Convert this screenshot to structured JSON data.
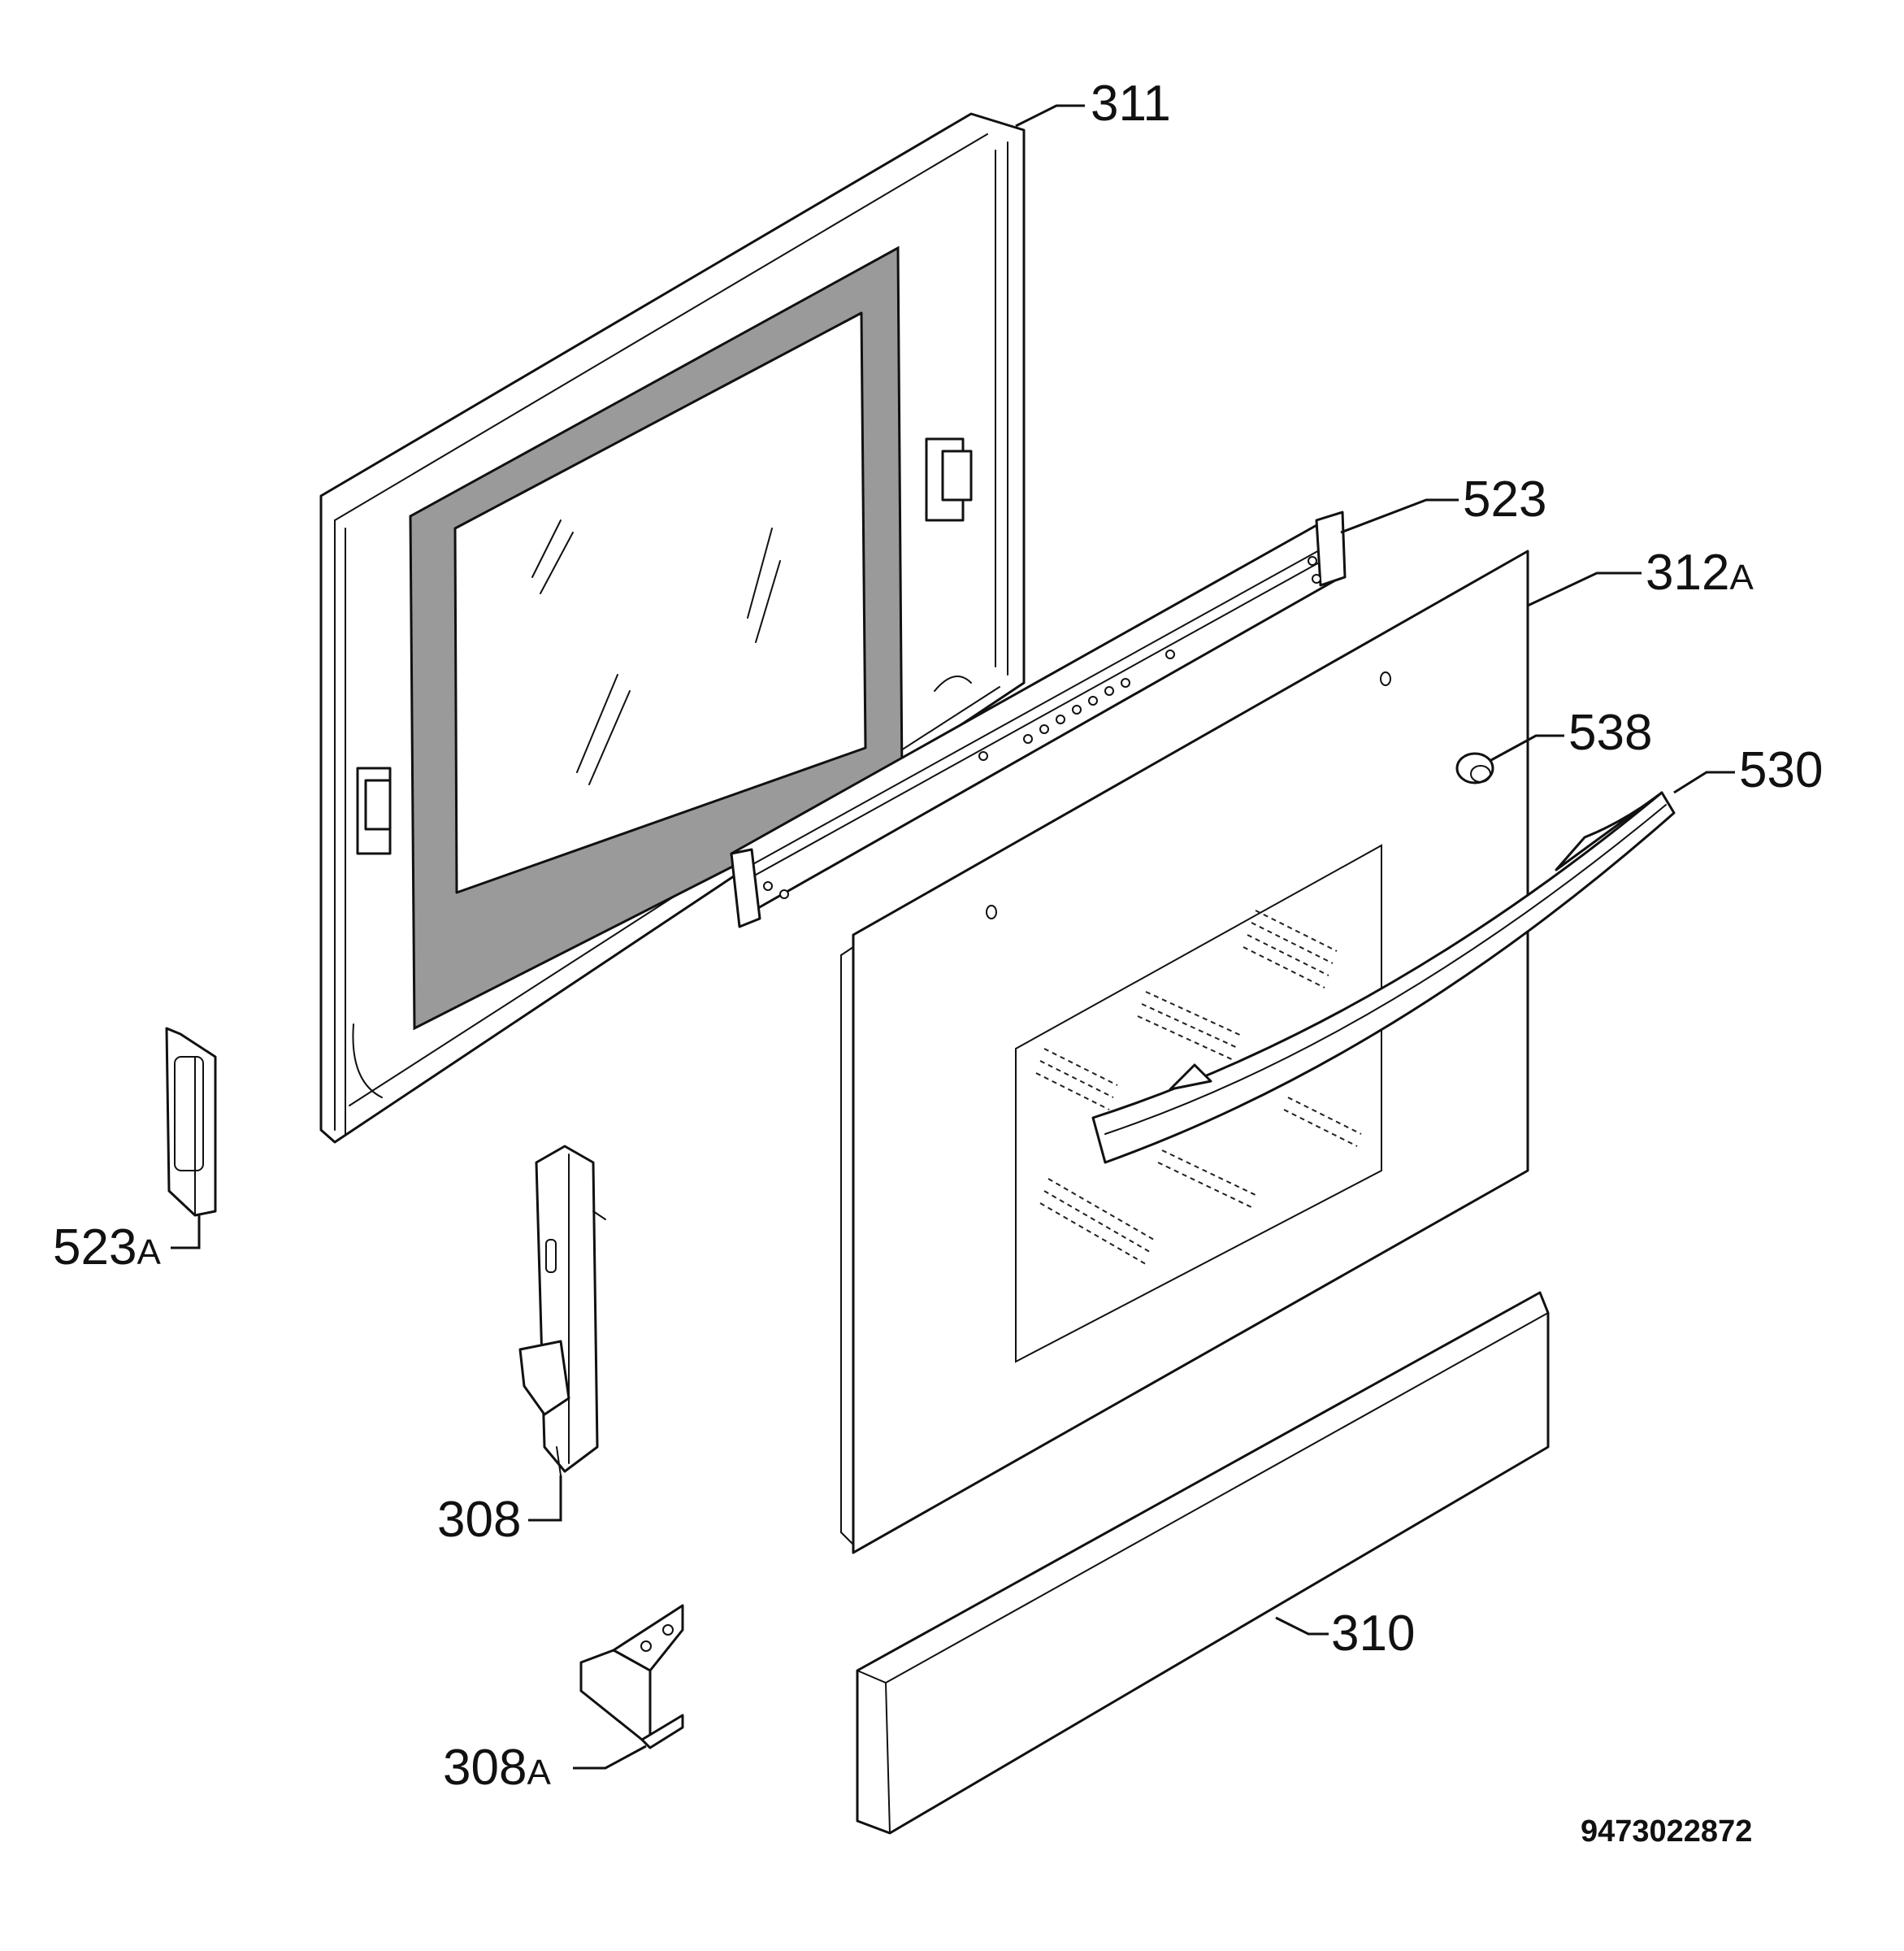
{
  "diagram": {
    "part_labels": [
      {
        "id": "311",
        "number": "311",
        "suffix": ""
      },
      {
        "id": "523",
        "number": "523",
        "suffix": ""
      },
      {
        "id": "312A",
        "number": "312",
        "suffix": "A"
      },
      {
        "id": "538",
        "number": "538",
        "suffix": ""
      },
      {
        "id": "530",
        "number": "530",
        "suffix": ""
      },
      {
        "id": "523A",
        "number": "523",
        "suffix": "A"
      },
      {
        "id": "308",
        "number": "308",
        "suffix": ""
      },
      {
        "id": "310",
        "number": "310",
        "suffix": ""
      },
      {
        "id": "308A",
        "number": "308",
        "suffix": "A"
      }
    ],
    "drawing_code": "9473022872"
  }
}
